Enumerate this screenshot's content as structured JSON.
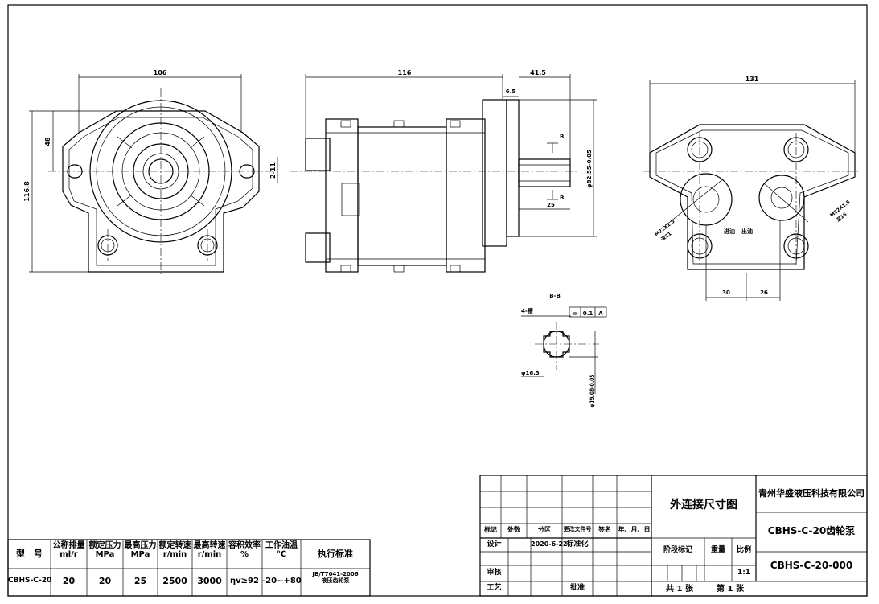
{
  "dims": {
    "front_width": "106",
    "front_offset": "48",
    "front_height": "116.8",
    "shaft_key": "2-11",
    "side_length": "116",
    "side_shaft": "41.5",
    "side_step": "6.5",
    "side_pilot": "φ82.55-0.05",
    "side_shaft_len": "25",
    "section_mark": "B",
    "rear_width": "131",
    "rear_port_left": "30",
    "rear_port_right": "26",
    "port_in_thread": "M22X1.5",
    "port_in_depth": "深21",
    "port_out_thread": "M22X1.5",
    "port_out_depth": "深16",
    "port_in_label": "进油",
    "port_out_label": "出油",
    "bb_title": "B-B",
    "bb_key": "4-槽",
    "bb_tol_sym": "⌯",
    "bb_tol_val": "0.1",
    "bb_tol_ref": "A",
    "bb_dia": "φ16.3",
    "bb_spline": "φ19.08-0.05"
  },
  "spec_table": {
    "headers": [
      "型　号",
      "公称排量|ml/r",
      "额定压力|MPa",
      "最高压力|MPa",
      "额定转速|r/min",
      "最高转速|r/min",
      "容积效率|%",
      "工作油温|℃",
      "执行标准"
    ],
    "row": [
      "CBHS-C-20",
      "20",
      "20",
      "25",
      "2500",
      "3000",
      "ηv≥92",
      "-20~+80",
      "JB/T7041-2006|液压齿轮泵"
    ]
  },
  "title_block": {
    "drawing_title": "外连接尺寸图",
    "company": "青州华盛液压科技有限公司",
    "part_name": "CBHS-C-20齿轮泵",
    "part_no": "CBHS-C-20-000",
    "scale_label": "比例",
    "scale_value": "1:1",
    "stage_label": "阶段标记",
    "weight_label": "重量",
    "total_sheets": "共 1 张",
    "sheet_no": "第 1 张",
    "rev_headers": [
      "标记",
      "处数",
      "分区",
      "更改文件号",
      "签名",
      "年、月、日"
    ],
    "design_label": "设计",
    "design_date": "2020-6-22",
    "standardize_label": "标准化",
    "review_label": "审核",
    "process_label": "工艺",
    "approve_label": "批准"
  }
}
